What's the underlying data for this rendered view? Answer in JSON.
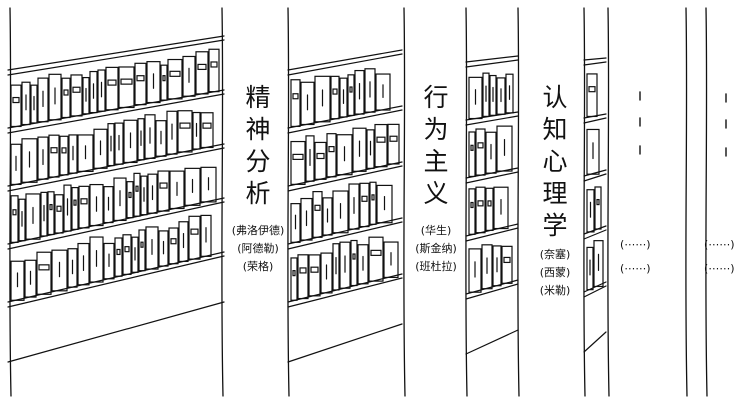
{
  "schools": [
    {
      "name_chars": [
        "精",
        "神",
        "分",
        "析"
      ],
      "representatives": [
        "(弗洛伊德)",
        "(阿德勒)",
        "(荣格)"
      ]
    },
    {
      "name_chars": [
        "行",
        "为",
        "主",
        "义"
      ],
      "representatives": [
        "(华生)",
        "(斯金纳)",
        "(班杜拉)"
      ]
    },
    {
      "name_chars": [
        "认",
        "知",
        "心",
        "理",
        "学"
      ],
      "representatives": [
        "(奈塞)",
        "(西蒙)",
        "(米勒)"
      ]
    }
  ],
  "placeholders": [
    "(⋯⋯)",
    "(⋯⋯)",
    "(⋯⋯)",
    "(⋯⋯)"
  ]
}
